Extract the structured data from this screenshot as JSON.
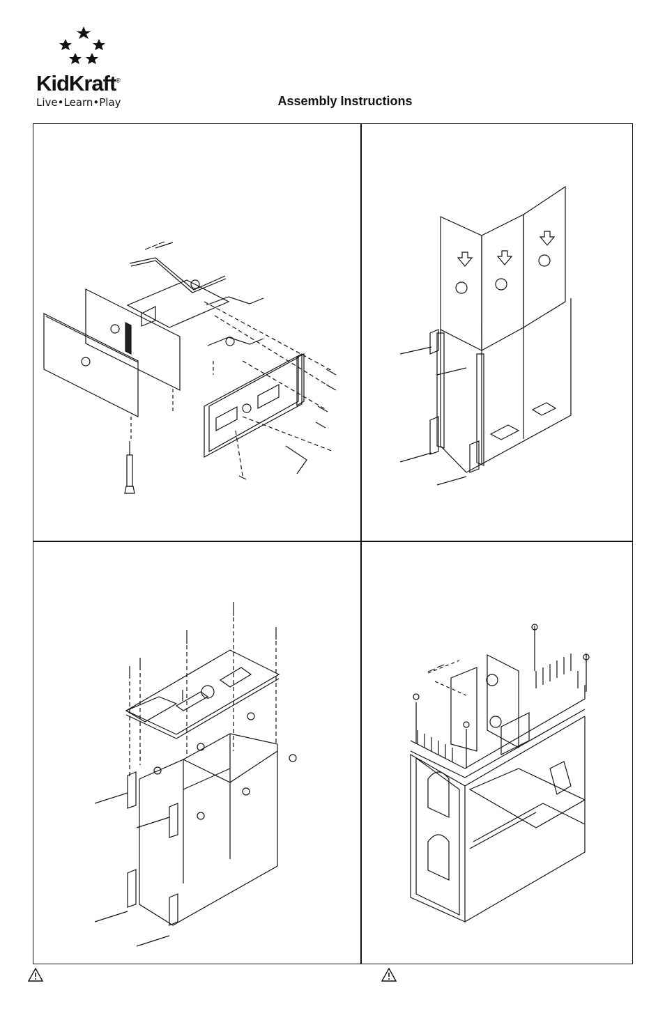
{
  "header": {
    "brand_name": "KidKraft",
    "brand_mark": "®",
    "tagline": "Live•Learn•Play",
    "title": "Assembly Instructions"
  },
  "panels": [
    {
      "id": "step-1",
      "icon": "exploded-bookcase-diagram"
    },
    {
      "id": "step-2",
      "icon": "divider-panels-insert-diagram"
    },
    {
      "id": "step-3",
      "icon": "top-panel-attach-diagram"
    },
    {
      "id": "step-4",
      "icon": "completed-dollhouse-diagram"
    }
  ],
  "footer": {
    "warning_icons": [
      "warning-triangle-icon",
      "warning-triangle-icon"
    ]
  },
  "colors": {
    "ink": "#111111",
    "paper": "#ffffff"
  }
}
